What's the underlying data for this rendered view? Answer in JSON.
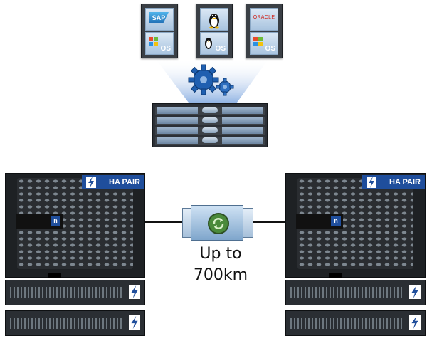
{
  "apps": [
    {
      "name": "sap",
      "logo_text": "SAP",
      "os_label": "OS"
    },
    {
      "name": "linux",
      "logo_text": "",
      "os_label": "OS"
    },
    {
      "name": "oracle",
      "logo_text": "ORACLE",
      "os_label": "OS"
    }
  ],
  "systems": {
    "left": {
      "badge": "HA PAIR"
    },
    "right": {
      "badge": "HA PAIR"
    }
  },
  "link": {
    "distance_line1": "Up to",
    "distance_line2": "700km"
  },
  "colors": {
    "netapp_blue": "#1f4e9c",
    "projection_blue": "#5c8fd6",
    "sync_green": "#4a8a3a"
  },
  "icons": [
    "gear-icon",
    "windows-flag-icon",
    "linux-penguin-icon",
    "bolt-icon",
    "sync-icon",
    "netapp-logo-icon"
  ]
}
